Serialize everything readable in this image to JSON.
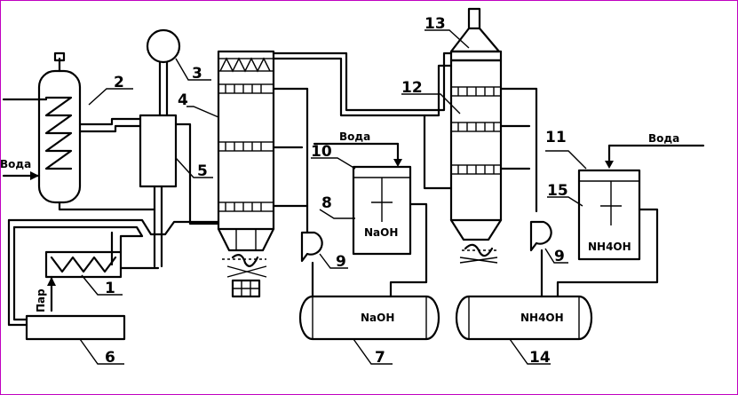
{
  "labels": {
    "voda_left": "Вода",
    "voda_tank10": "Вода",
    "voda_tank11": "Вода",
    "par": "Пар",
    "naoh_tank": "NaOH",
    "naoh_receiver": "NaOH",
    "nh4oh_tank": "NH4OH",
    "nh4oh_receiver": "NH4OH"
  },
  "callouts": [
    "1",
    "2",
    "3",
    "4",
    "5",
    "6",
    "7",
    "8",
    "9",
    "9",
    "10",
    "11",
    "12",
    "13",
    "14",
    "15"
  ],
  "colors": {
    "border": "#c000c0",
    "ink": "#000000"
  }
}
